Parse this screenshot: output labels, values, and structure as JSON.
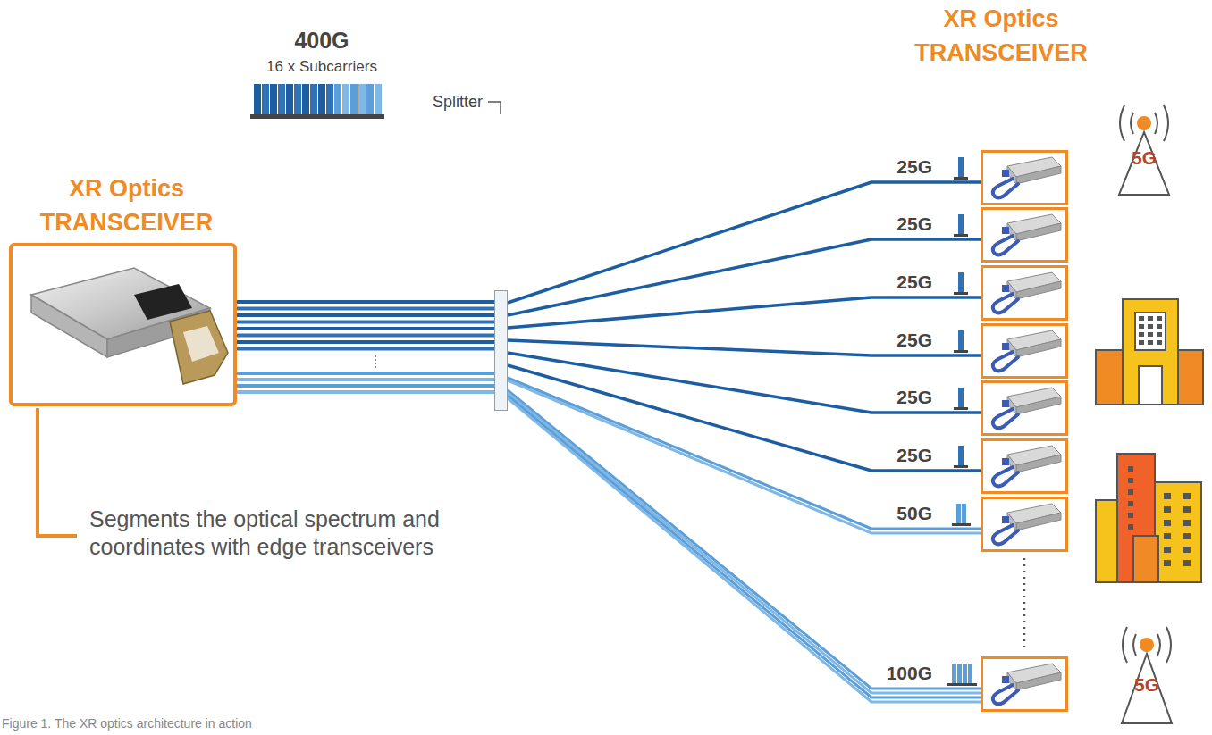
{
  "diagram": {
    "caption": "Figure 1. The XR optics architecture in action",
    "nodes": [
      {
        "text": [
          "XR Optics TRANSCEIVER"
        ]
      },
      {
        "text": [
          "Splitter"
        ]
      },
      {
        "text": [
          "25G"
        ]
      },
      {
        "text": [
          "25G"
        ]
      },
      {
        "text": [
          "25G"
        ]
      },
      {
        "text": [
          "25G"
        ]
      },
      {
        "text": [
          "25G"
        ]
      },
      {
        "text": [
          "25G"
        ]
      },
      {
        "text": [
          "50G"
        ]
      },
      {
        "text": [
          "100G"
        ]
      }
    ],
    "edges": [
      {
        "from": 0,
        "to": 1,
        "arrow": "none"
      },
      {
        "from": 1,
        "to": 2,
        "arrow": "none"
      },
      {
        "from": 1,
        "to": 3,
        "arrow": "none"
      },
      {
        "from": 1,
        "to": 4,
        "arrow": "none"
      },
      {
        "from": 1,
        "to": 5,
        "arrow": "none"
      },
      {
        "from": 1,
        "to": 6,
        "arrow": "none"
      },
      {
        "from": 1,
        "to": 7,
        "arrow": "none"
      },
      {
        "from": 1,
        "to": 8,
        "arrow": "none"
      },
      {
        "from": 1,
        "to": 9,
        "arrow": "none"
      }
    ],
    "labels": [
      "400G",
      "16 x Subcarriers",
      "Segments the optical spectrum and coordinates with edge transceivers",
      "XR Optics TRANSCEIVER",
      "5G",
      "5G"
    ]
  }
}
